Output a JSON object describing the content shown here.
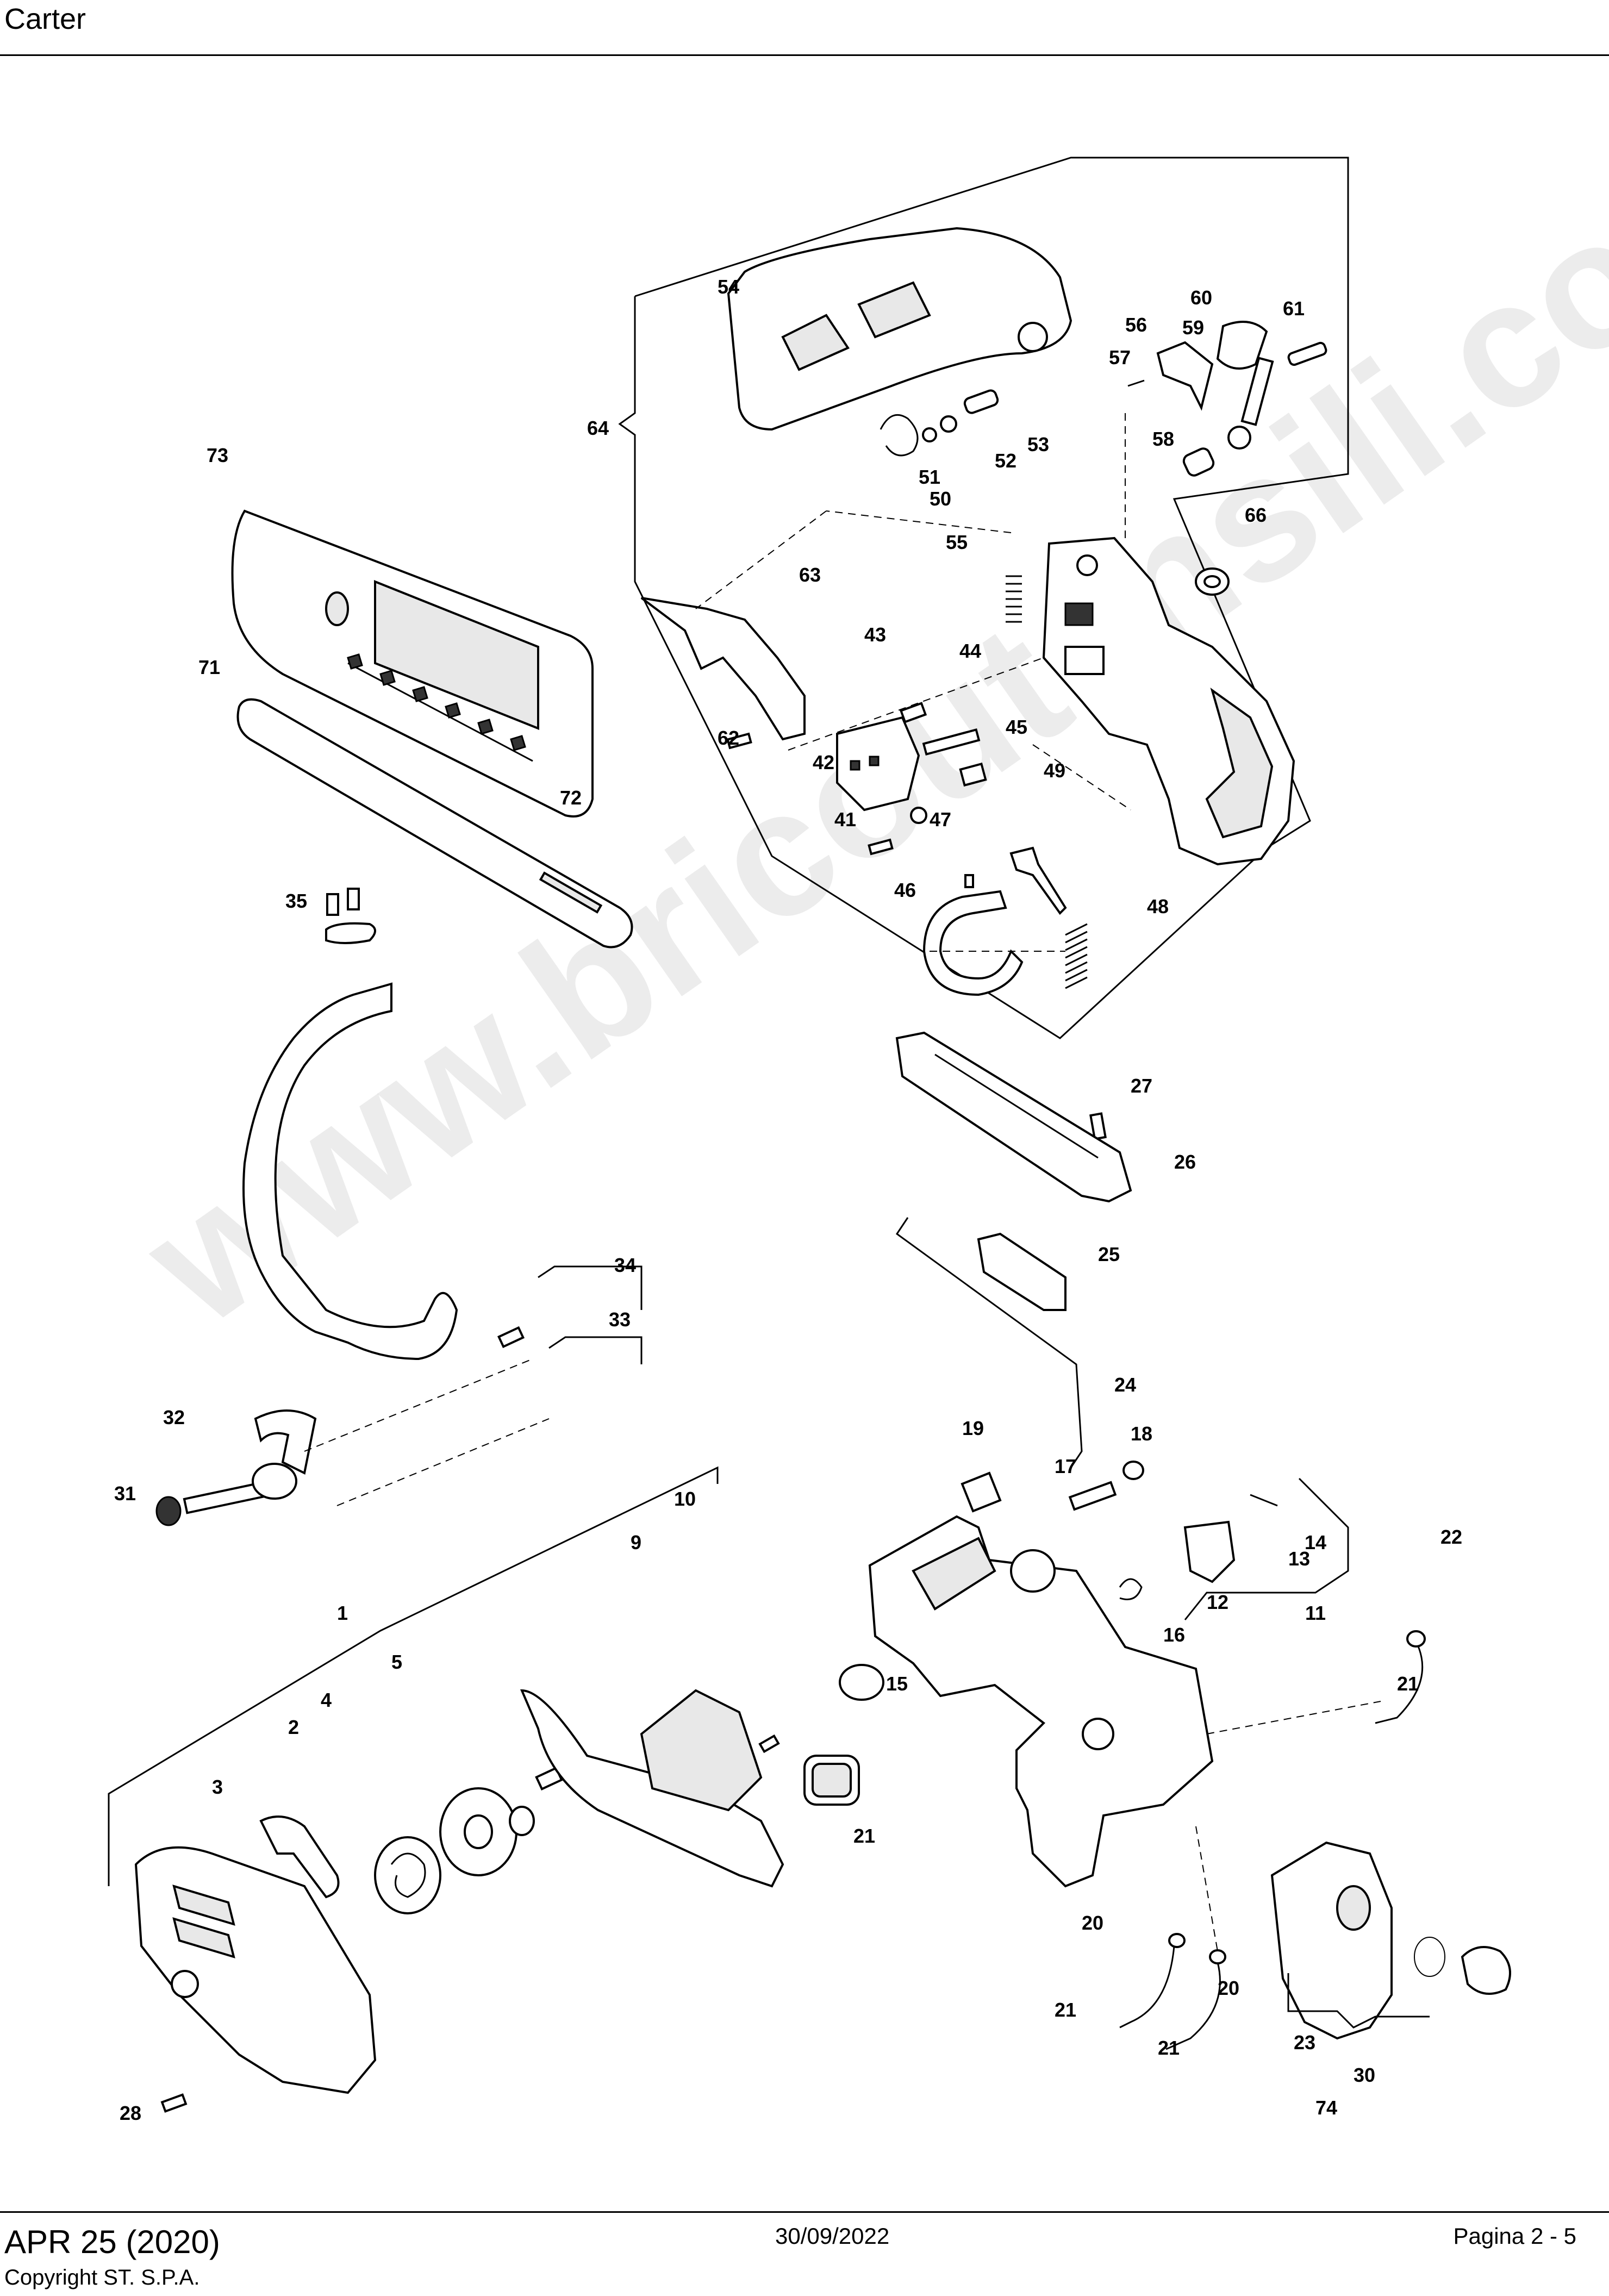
{
  "header": {
    "title": "Carter"
  },
  "footer": {
    "model": "APR 25 (2020)",
    "copyright": "Copyright ST. S.P.A.",
    "date": "30/09/2022",
    "page": "Pagina 2 - 5"
  },
  "watermark": "www.bricoutensili.com",
  "callouts": [
    "1",
    "2",
    "3",
    "4",
    "5",
    "9",
    "10",
    "11",
    "12",
    "13",
    "14",
    "15",
    "16",
    "17",
    "18",
    "19",
    "20",
    "20",
    "21",
    "21",
    "21",
    "21",
    "22",
    "23",
    "24",
    "25",
    "26",
    "27",
    "28",
    "30",
    "31",
    "32",
    "33",
    "34",
    "35",
    "41",
    "42",
    "43",
    "44",
    "45",
    "46",
    "47",
    "48",
    "49",
    "50",
    "51",
    "52",
    "53",
    "54",
    "55",
    "56",
    "57",
    "58",
    "59",
    "60",
    "61",
    "62",
    "63",
    "64",
    "66",
    "71",
    "72",
    "73",
    "74"
  ]
}
